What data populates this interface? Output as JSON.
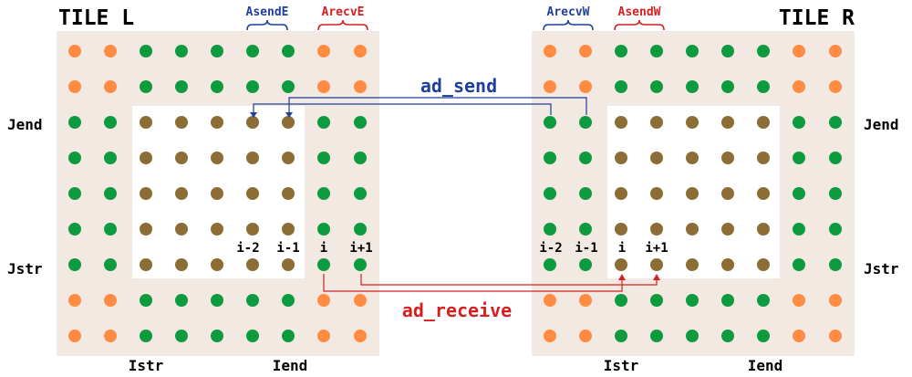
{
  "tiles": {
    "left": {
      "title": "TILE L",
      "brace_send": "AsendE",
      "brace_recv": "ArecvE"
    },
    "right": {
      "title": "TILE R",
      "brace_send": "AsendW",
      "brace_recv": "ArecvW"
    }
  },
  "labels": {
    "jend": "Jend",
    "jstr": "Jstr",
    "istr": "Istr",
    "iend": "Iend"
  },
  "index_labels": {
    "left": [
      "i-2",
      "i-1",
      "i",
      "i+1"
    ],
    "right": [
      "i-2",
      "i-1",
      "i",
      "i+1"
    ]
  },
  "arrows": {
    "send": "ad_send",
    "receive": "ad_receive"
  },
  "colors": {
    "tile_bg": "#f2e9e2",
    "interior_bg": "#ffffff",
    "halo_dot": "#ff8c42",
    "boundary_dot": "#0e9a3e",
    "interior_dot": "#8c6d35",
    "send_blue": "#1f3f9a",
    "recv_red": "#d42020"
  }
}
